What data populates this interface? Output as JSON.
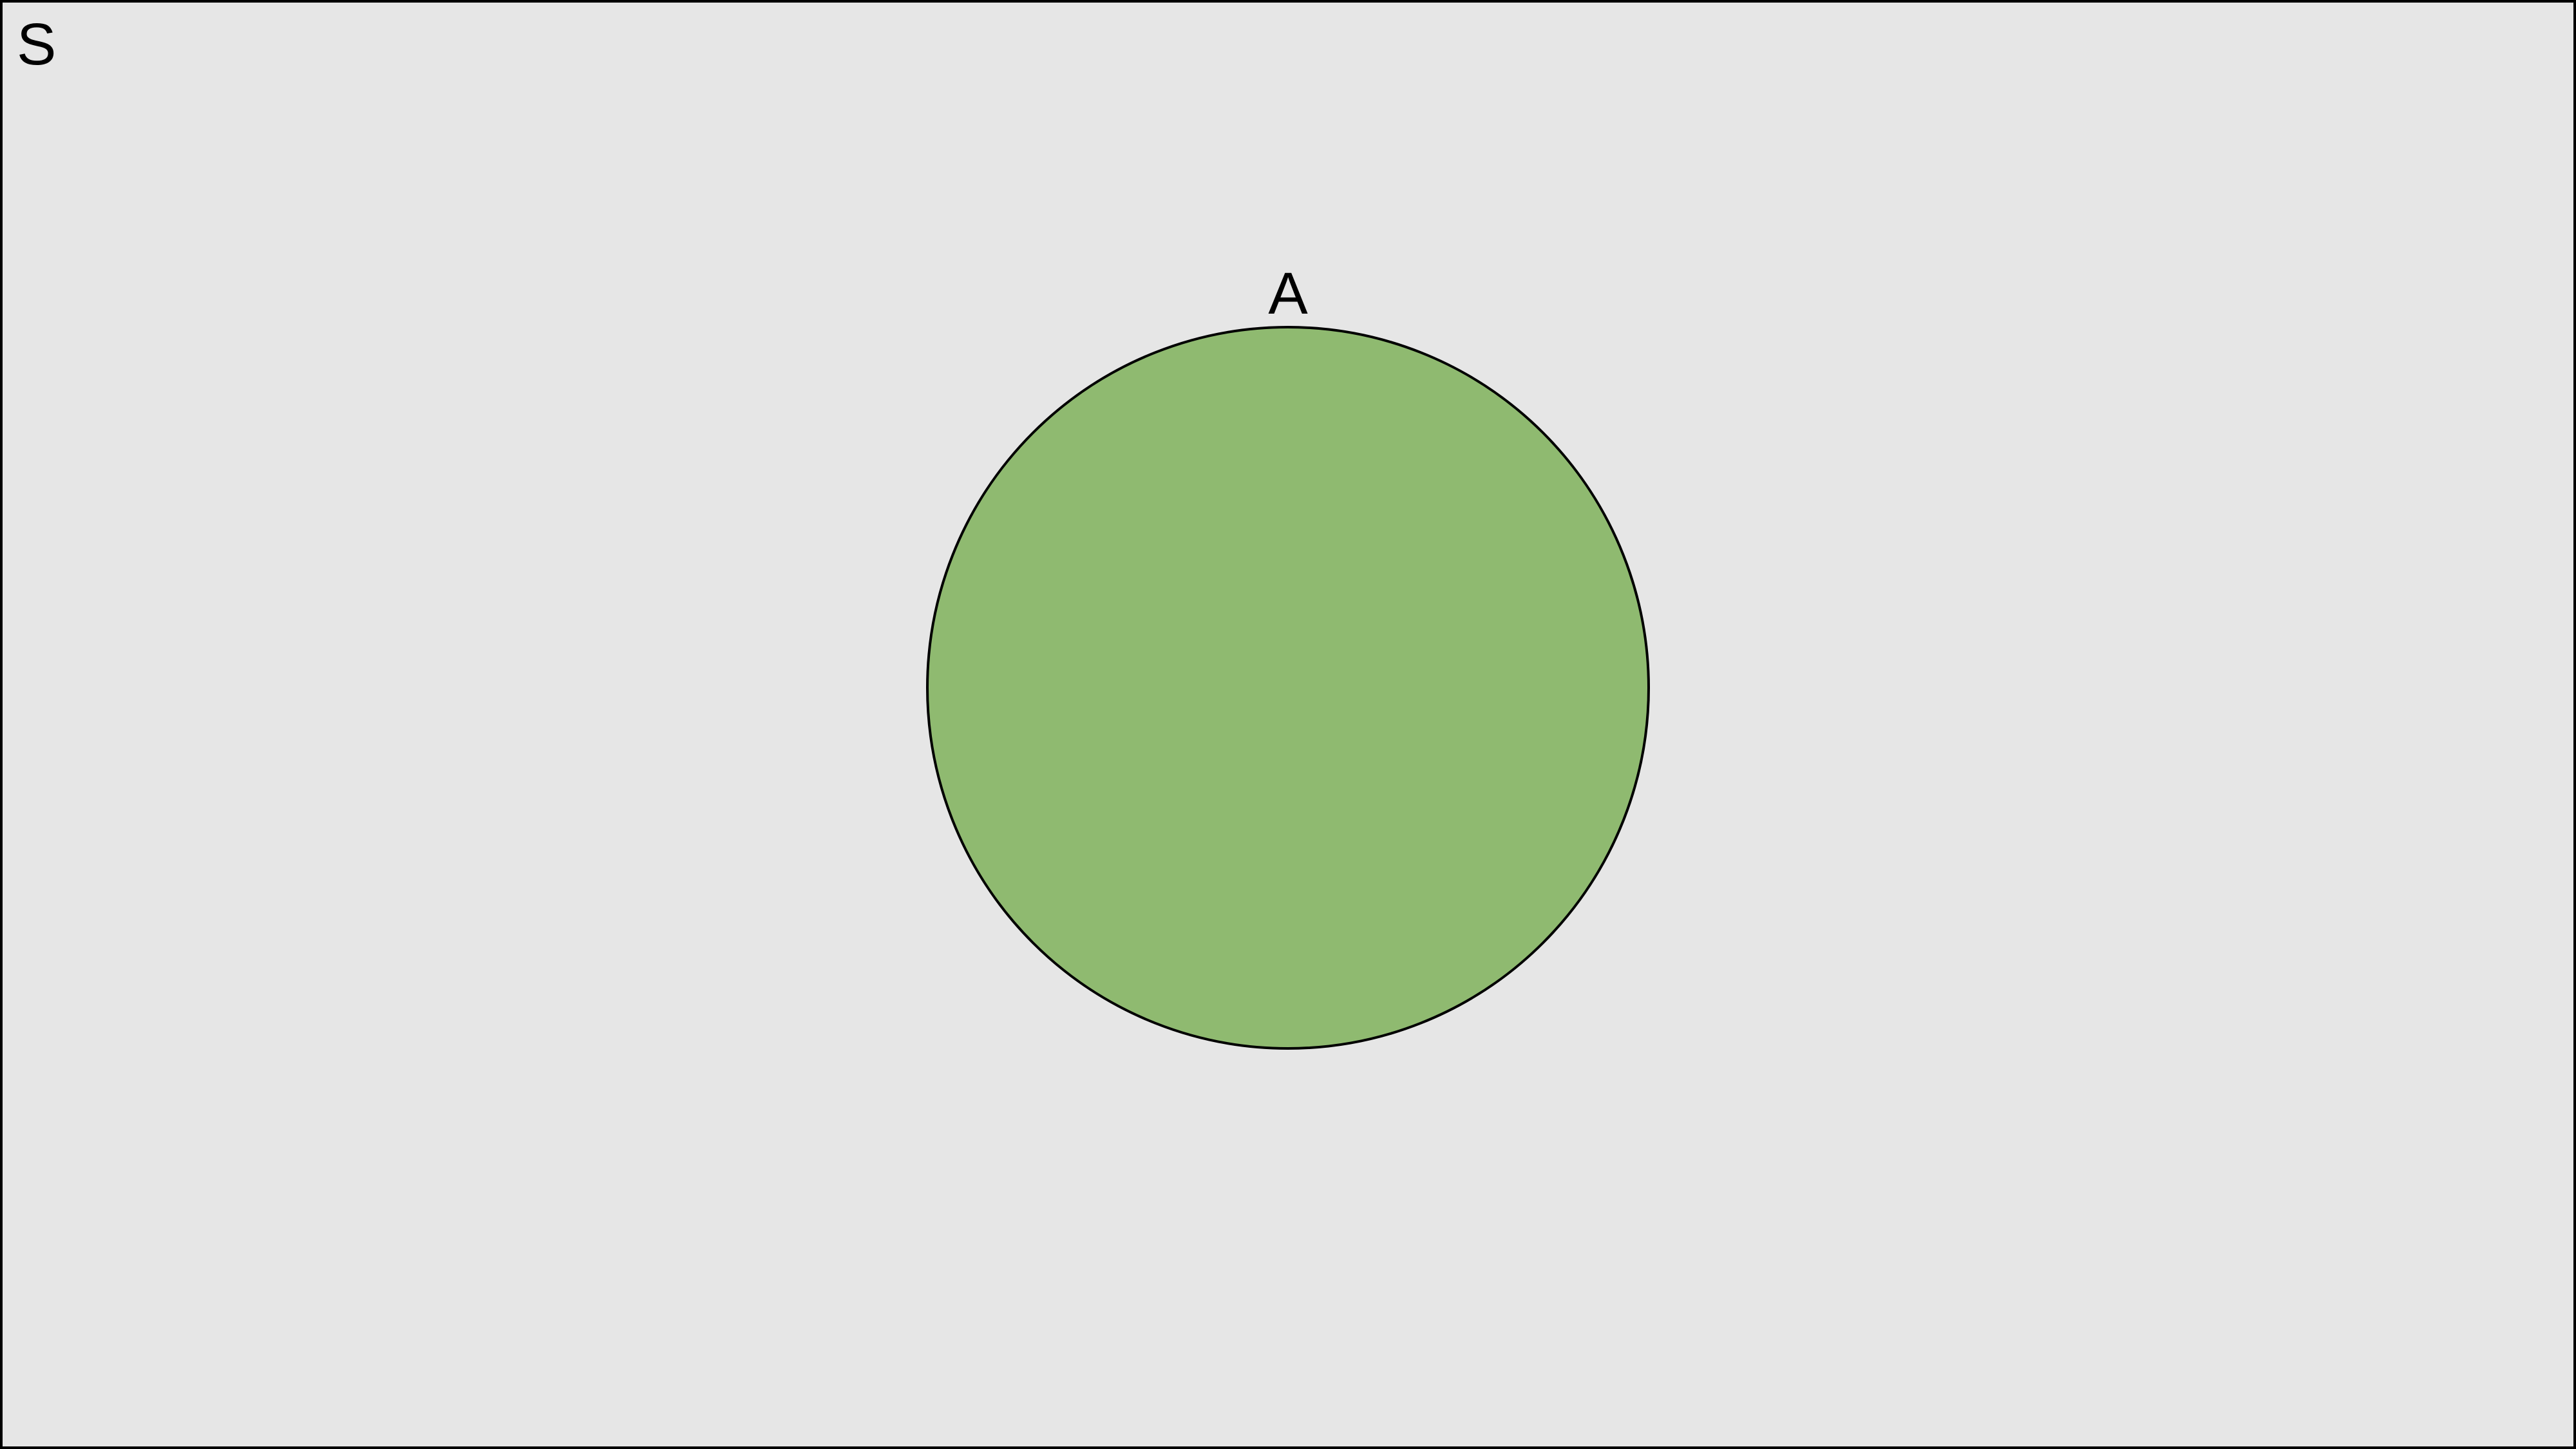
{
  "diagram": {
    "type": "venn",
    "universe": {
      "label": "S",
      "fill_color": "#E6E6E6",
      "border_color": "#000000"
    },
    "sets": [
      {
        "label": "A",
        "fill_color": "#8FBA70",
        "border_color": "#000000"
      }
    ]
  }
}
